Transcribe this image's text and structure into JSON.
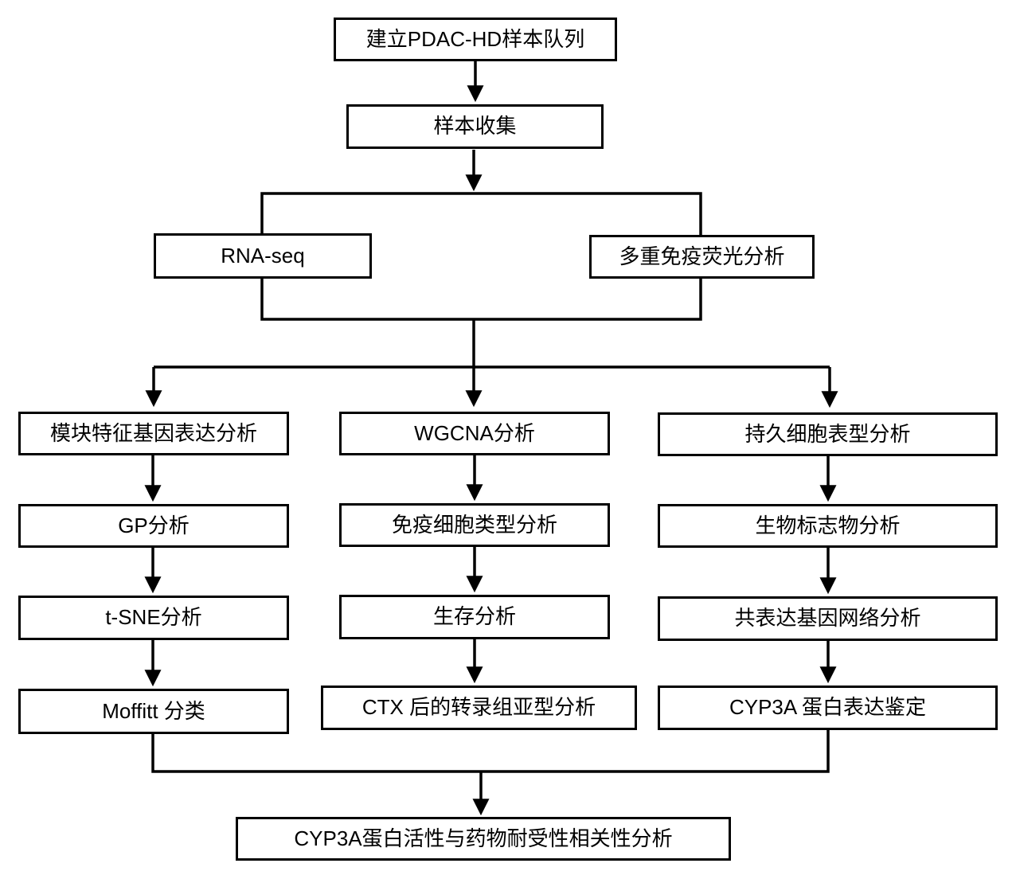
{
  "diagram": {
    "title": "PDAC-HD study workflow flowchart",
    "colors": {
      "line": "#000000",
      "box_background": "#ffffff",
      "text": "#000000"
    },
    "nodes": {
      "establish_cohort": {
        "label": "建立PDAC-HD样本队列"
      },
      "sample_collection": {
        "label": "样本收集"
      },
      "rna_seq": {
        "label": "RNA-seq"
      },
      "multiplex_if": {
        "label": "多重免疫荧光分析"
      },
      "module_gene_expr": {
        "label": "模块特征基因表达分析"
      },
      "gp_analysis": {
        "label": "GP分析"
      },
      "tsne": {
        "label": "t-SNE分析"
      },
      "moffitt": {
        "label": "Moffitt 分类"
      },
      "wgcna": {
        "label": "WGCNA分析"
      },
      "immune_cell_type": {
        "label": "免疫细胞类型分析"
      },
      "survival": {
        "label": "生存分析"
      },
      "ctx_subtype": {
        "label": "CTX 后的转录组亚型分析"
      },
      "persister_phenotype": {
        "label": "持久细胞表型分析"
      },
      "biomarker": {
        "label": "生物标志物分析"
      },
      "coexpression_network": {
        "label": "共表达基因网络分析"
      },
      "cyp3a_expression": {
        "label": "CYP3A 蛋白表达鉴定"
      },
      "cyp3a_drug_tolerance": {
        "label": "CYP3A蛋白活性与药物耐受性相关性分析"
      }
    },
    "edges": [
      {
        "from": "establish_cohort",
        "to": "sample_collection"
      },
      {
        "from": "sample_collection",
        "to": "rna_seq"
      },
      {
        "from": "sample_collection",
        "to": "multiplex_if"
      },
      {
        "from": "rna_seq",
        "to": "module_gene_expr"
      },
      {
        "from": "rna_seq",
        "to": "wgcna"
      },
      {
        "from": "rna_seq",
        "to": "persister_phenotype"
      },
      {
        "from": "multiplex_if",
        "to": "module_gene_expr"
      },
      {
        "from": "multiplex_if",
        "to": "wgcna"
      },
      {
        "from": "multiplex_if",
        "to": "persister_phenotype"
      },
      {
        "from": "module_gene_expr",
        "to": "gp_analysis"
      },
      {
        "from": "gp_analysis",
        "to": "tsne"
      },
      {
        "from": "tsne",
        "to": "moffitt"
      },
      {
        "from": "wgcna",
        "to": "immune_cell_type"
      },
      {
        "from": "immune_cell_type",
        "to": "survival"
      },
      {
        "from": "survival",
        "to": "ctx_subtype"
      },
      {
        "from": "persister_phenotype",
        "to": "biomarker"
      },
      {
        "from": "biomarker",
        "to": "coexpression_network"
      },
      {
        "from": "coexpression_network",
        "to": "cyp3a_expression"
      },
      {
        "from": "moffitt",
        "to": "cyp3a_drug_tolerance"
      },
      {
        "from": "cyp3a_expression",
        "to": "cyp3a_drug_tolerance"
      }
    ]
  }
}
